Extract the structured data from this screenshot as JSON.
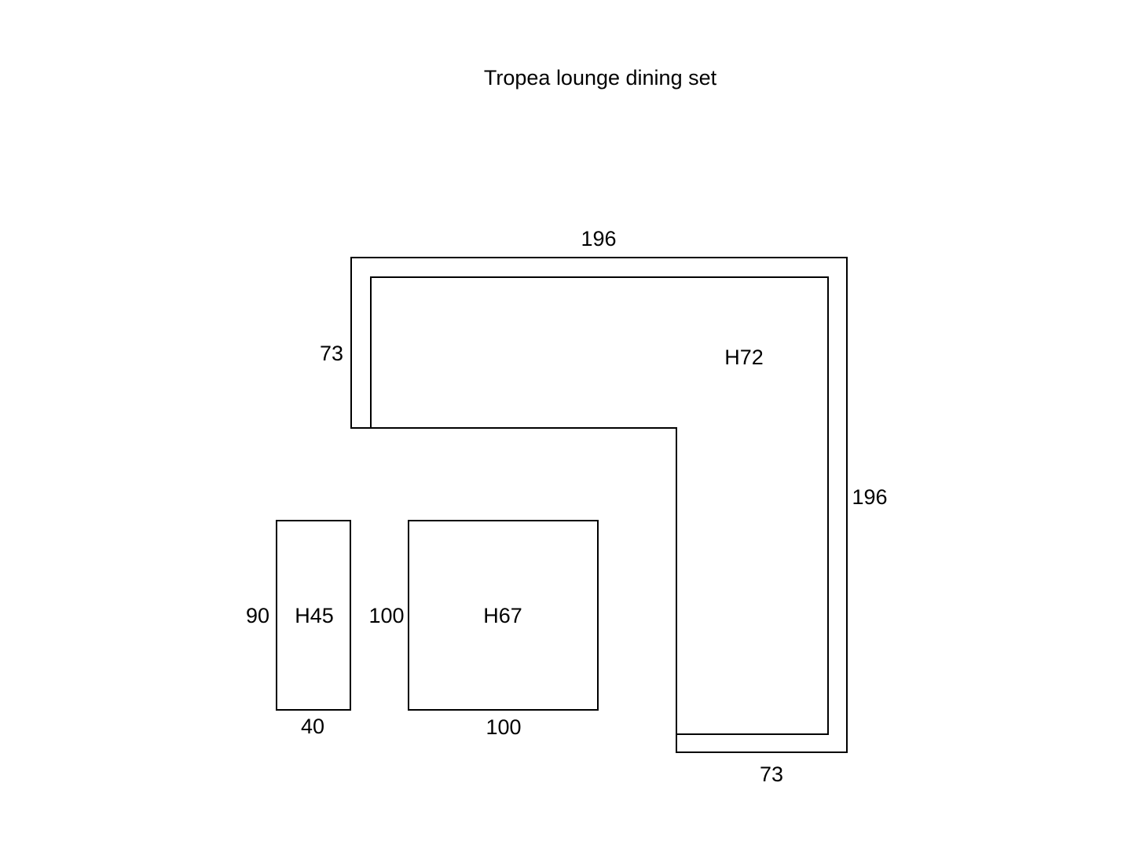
{
  "title": "Tropea lounge dining set",
  "corner_sofa": {
    "top_width": "196",
    "left_depth": "73",
    "right_length": "196",
    "bottom_depth": "73",
    "height": "H72"
  },
  "table": {
    "depth": "100",
    "width": "100",
    "height": "H67"
  },
  "stool": {
    "depth": "90",
    "width": "40",
    "height": "H45"
  }
}
